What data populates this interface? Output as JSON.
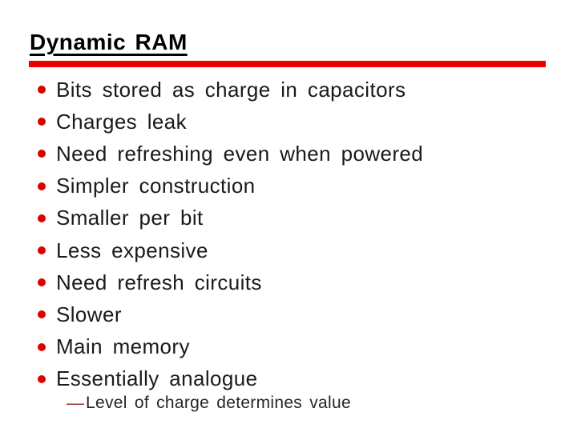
{
  "slide": {
    "title": "Dynamic RAM",
    "bullets": [
      "Bits stored as charge in capacitors",
      "Charges leak",
      "Need refreshing even when powered",
      "Simpler construction",
      "Smaller per bit",
      "Less expensive",
      "Need refresh circuits",
      "Slower",
      "Main memory",
      "Essentially analogue"
    ],
    "sub_bullet": {
      "dash": "—",
      "text": "Level of charge determines value"
    },
    "colors": {
      "rule_red": "#ee0000",
      "bullet_red": "#df0000",
      "dash_red": "#993333",
      "text_black": "#1a1a1a"
    }
  }
}
